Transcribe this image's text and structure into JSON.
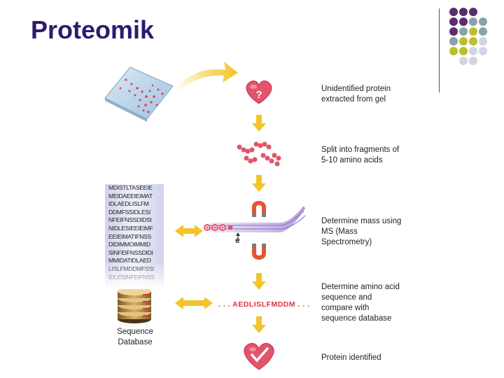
{
  "slide": {
    "title": "Proteomik"
  },
  "diagram": {
    "steps": [
      {
        "label": "Unidentified protein extracted from gel"
      },
      {
        "label": "Split into fragments of 5-10 amino acids"
      },
      {
        "label": "Determine mass using MS (Mass Spectrometry)"
      },
      {
        "label": "Determine amino acid sequence and compare with sequence database"
      },
      {
        "label": "Protein identified"
      }
    ],
    "question_mark": "?",
    "electron_symbol": "e",
    "sequence_fragment": ". . . AEDLISLFMDDM . . .",
    "database_label": "Sequence Database",
    "sequence_lines": [
      "MDISTLTASEEIE",
      "MEIDAEEIEIMAT",
      "IDLAEDLISLFM",
      "DDMFSSIDLESI",
      "NFEIFNSSDIDSI",
      "NIDLESIEEIEIMF",
      "EEIEIMATIFNSS",
      "DIDIMMOIMMID",
      "SINFEIFNSSDIDI",
      "MMIDATIDLAED",
      "LISLFMDDMFSSI",
      "IDLESINFEIFNSS"
    ]
  },
  "decoration": {
    "dot_colors": {
      "purple": "#5a2d6e",
      "teal": "#86a3a6",
      "olive": "#bcbf2b",
      "light": "#d3d3e3"
    },
    "accent_yellow": "#f2c428",
    "accent_red": "#e0405a"
  }
}
